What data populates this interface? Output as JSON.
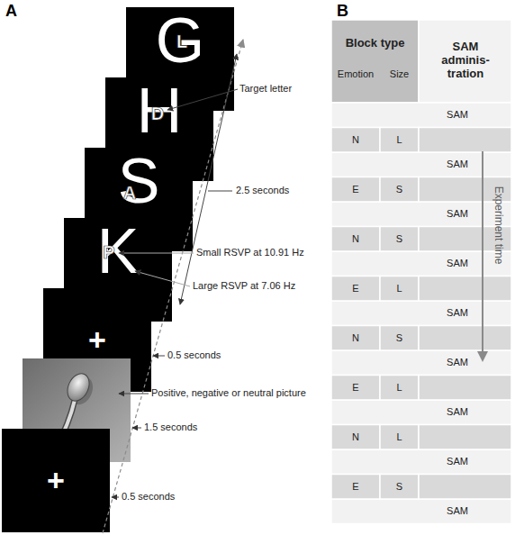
{
  "diagram": {
    "nodes": [
      {
        "text": [
          "G",
          "L"
        ]
      },
      {
        "text": [
          "H",
          "D"
        ]
      },
      {
        "text": [
          "S",
          "A"
        ]
      },
      {
        "text": [
          "K",
          "P"
        ]
      },
      {
        "text": [
          "+"
        ]
      },
      {
        "text": [
          "+"
        ]
      }
    ],
    "labels": [
      "A",
      "B",
      "Target letter",
      "2.5 seconds",
      "Small RSVP at 10.91 Hz",
      "Large RSVP at 7.06 Hz",
      "0.5 seconds",
      "Positive, negative or neutral picture",
      "1.5 seconds",
      "0.5 seconds",
      "Block type",
      "SAM adminis- tration",
      "Emotion",
      "Size",
      "SAM",
      "N",
      "L",
      "SAM",
      "E",
      "S",
      "SAM",
      "N",
      "S",
      "SAM",
      "E",
      "L",
      "SAM",
      "N",
      "S",
      "SAM",
      "E",
      "L",
      "SAM",
      "N",
      "L",
      "SAM",
      "E",
      "S",
      "SAM",
      "Experiment time"
    ]
  }
}
